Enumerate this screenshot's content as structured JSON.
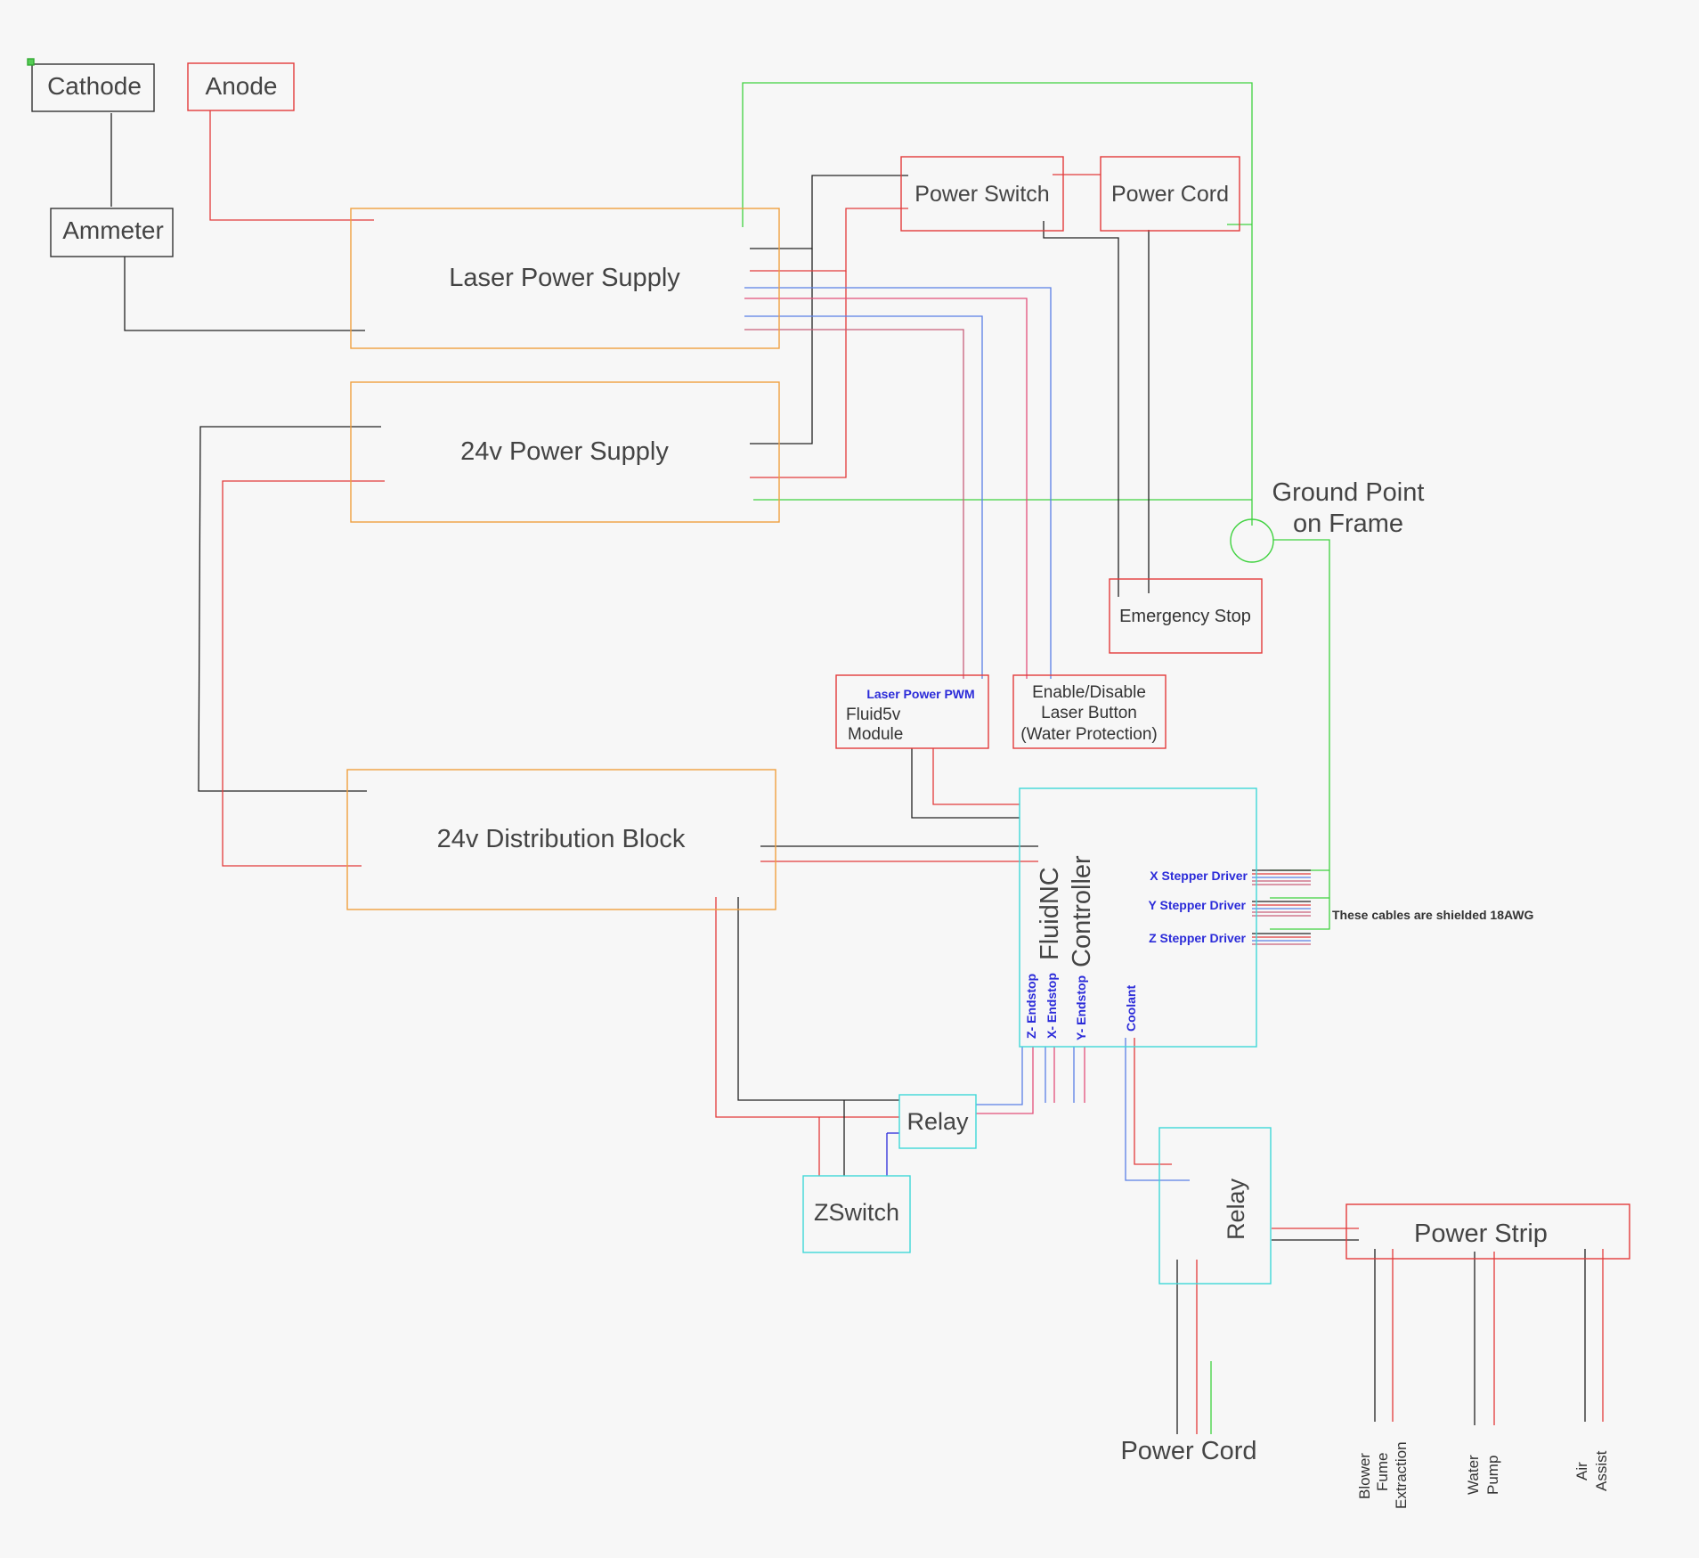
{
  "colors": {
    "background": "#f7f7f7",
    "black": "#222222",
    "red": "#e33b3b",
    "blue": "#5a7fe6",
    "green": "#3fd23f",
    "orange": "#f0a040",
    "cyan": "#40d8d8",
    "pink": "#c8607a",
    "label_blue": "#2b2bd9"
  },
  "components": {
    "cathode": "Cathode",
    "anode": "Anode",
    "ammeter": "Ammeter",
    "laser_power_supply": "Laser Power Supply",
    "power_supply_24v": "24v Power Supply",
    "distribution_block_24v": "24v Distribution Block",
    "power_switch": "Power Switch",
    "power_cord_top": "Power Cord",
    "ground_point_line1": "Ground Point",
    "ground_point_line2": "on Frame",
    "emergency_stop": "Emergency Stop",
    "fluid5v_pwm": "Laser Power PWM",
    "fluid5v_line1": "Fluid5v",
    "fluid5v_line2": "Module",
    "enable_line1": "Enable/Disable",
    "enable_line2": "Laser Button",
    "enable_line3": "(Water Protection)",
    "controller_line1": "FluidNC",
    "controller_line2": "Controller",
    "x_stepper": "X Stepper Driver",
    "y_stepper": "Y Stepper Driver",
    "z_stepper": "Z Stepper Driver",
    "z_endstop": "Z- Endstop",
    "x_endstop": "X- Endstop",
    "y_endstop": "Y- Endstop",
    "coolant": "Coolant",
    "shielded_note": "These cables are shielded 18AWG",
    "relay_left": "Relay",
    "zswitch": "ZSwitch",
    "relay_right": "Relay",
    "power_strip": "Power Strip",
    "power_cord_bottom": "Power Cord",
    "blower_line1": "Blower",
    "blower_line2": "Fume",
    "blower_line3": "Extraction",
    "pump_line1": "Water",
    "pump_line2": "Pump",
    "air_line1": "Air",
    "air_line2": "Assist"
  }
}
